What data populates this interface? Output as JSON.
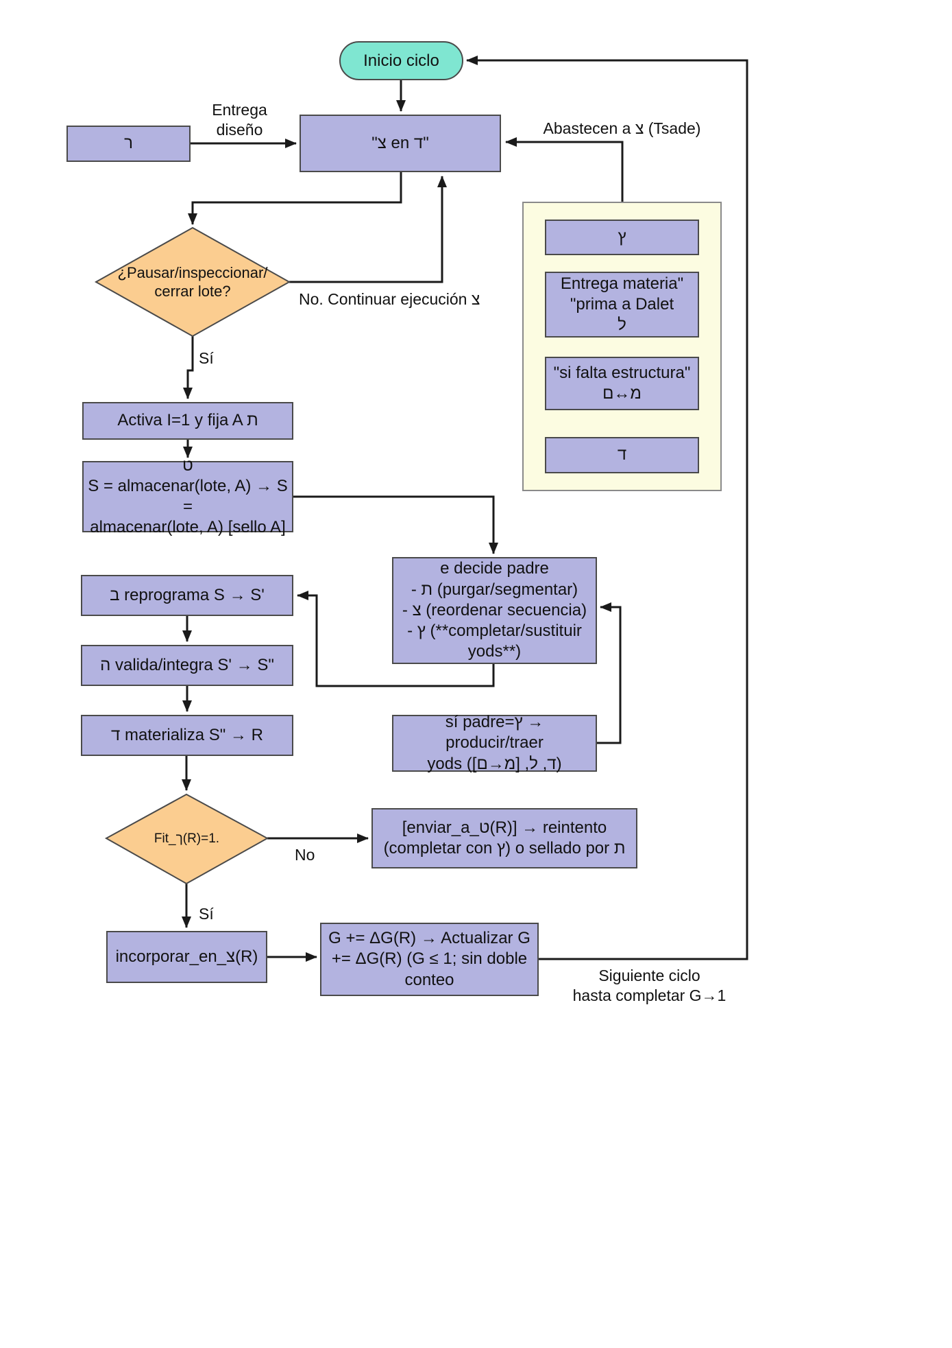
{
  "colors": {
    "node_fill": "#b3b3e0",
    "node_border": "#4a4a4a",
    "decision_fill": "#fbcd90",
    "start_fill": "#7fe6d1",
    "panel_fill": "#fcfce1",
    "line": "#1a1a1a"
  },
  "nodes": {
    "start": "Inicio ciclo",
    "resh": "ר",
    "central": "\"צ en ד\"",
    "decision_pause": "¿Pausar/inspeccionar/\ncerrar lote?",
    "activa": "Activa I=1 y fija A ת",
    "almacenar": "ט\nS = almacenar(lote, A) → S =\nalmacenar(lote, A) [sello A]",
    "decide": "e decide padre\n- ת (purgar/segmentar)\n- צ (reordenar secuencia)\n- ץ (**completar/sustituir\nyods**)",
    "reprograma": "ב reprograma S → S'",
    "valida": "ה valida/integra S' → S\"",
    "materializa": "ד materializa S\" → R",
    "decision_fit": "Fit_ך(R)=1.",
    "enviar": "[enviar_a_ט(R)]  → reintento\n(completar con ץ) o sellado por ת",
    "incorporar": "incorporar_en_צ(R)",
    "gupdate": "G += ΔG(R) → Actualizar G\n+= ΔG(R) (G ≤ 1; sin doble\nconteo",
    "padre": "sí padre=ץ → producir/traer\nyods (ד, ל, [מ→ם])"
  },
  "panel": {
    "tsade_final": "ץ",
    "entrega_materia": "Entrega materia\"\n\"prima a Dalet\nל",
    "si_falta": "\"si falta estructura\"\nמ↔ם",
    "dalet": "ד"
  },
  "labels": {
    "entrega_diseno": "Entrega\ndiseño",
    "abastecen": "Abastecen a צ (Tsade)",
    "no_continuar": "No. Continuar ejecución צ",
    "si1": "Sí",
    "no2": "No",
    "si2": "Sí",
    "siguiente": "Siguiente ciclo\nhasta completar G→1"
  }
}
